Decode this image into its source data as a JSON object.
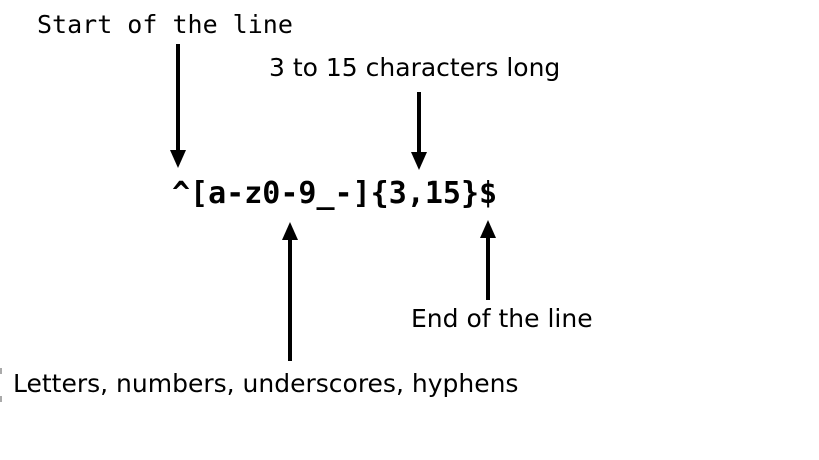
{
  "page": {
    "background_color": "#ffffff",
    "text_color": "#000000"
  },
  "regex": {
    "pattern": "^[a-z0-9_-]{3,15}$"
  },
  "annotations": {
    "start": {
      "label": "Start of the line",
      "points_to": "^"
    },
    "length": {
      "label": "3 to 15 characters long",
      "points_to": "{3,15}"
    },
    "charclass": {
      "label": "Letters, numbers, underscores, hyphens",
      "points_to": "[a-z0-9_-]"
    },
    "end": {
      "label": "End of the line",
      "points_to": "$"
    }
  }
}
